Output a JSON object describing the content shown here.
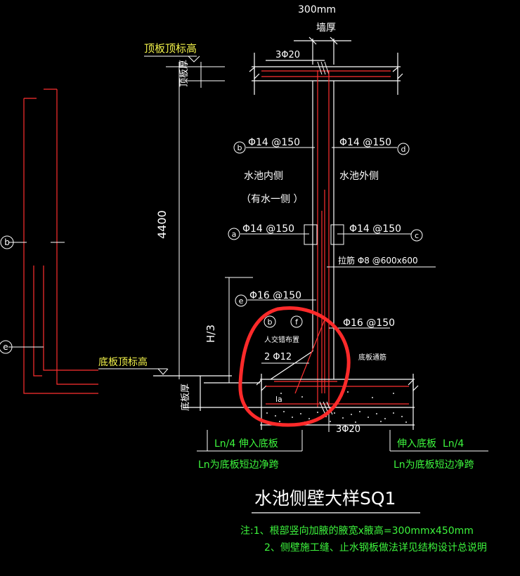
{
  "colors": {
    "background": "#000000",
    "line": "#ffffff",
    "rebar": "#ff3030",
    "annotation_green": "#33ee33",
    "label_yellow": "#f0f040",
    "circle_mark": "#ff2a2a"
  },
  "top": {
    "wall_width": "300mm",
    "wall_thick": "墙厚",
    "top_bars": "3Φ20",
    "top_elev_label": "顶板顶标高",
    "top_thick": "顶板厚"
  },
  "side_labels": {
    "b": "b",
    "e": "e"
  },
  "wall": {
    "b_label": "b",
    "b_bar": "Φ14 @150",
    "d_bar": "Φ14 @150",
    "d_label": "d",
    "inner": "水池内侧",
    "inner_note": "（有水一侧 ）",
    "outer": "水池外侧",
    "a_label": "a",
    "a_bar": "Φ14 @150",
    "c_bar": "Φ14 @150",
    "c_label": "c",
    "tie": "拉筋 Φ8 @600x600",
    "height": "4400",
    "e_label": "e",
    "e_bar": "Φ16 @150",
    "h3": "H/3",
    "bf_b": "b",
    "bf_f": "f",
    "f_bar": "Φ16 @150",
    "corner_note": "人交错布置",
    "haunch_bar": "2 Φ12",
    "bot_reinf": "底板通筋",
    "la": "la",
    "bottom_bars": "3Φ20",
    "bottom_elev_label": "底板顶标高",
    "bottom_thick": "底板厚"
  },
  "notes_left": {
    "extend": "Ln/4 伸入底板",
    "ln": "Ln为底板短边净跨"
  },
  "notes_right": {
    "extend_a": "伸入底板",
    "extend_b": "Ln/4",
    "ln": "Ln为底板短边净跨"
  },
  "title": "水池侧壁大样SQ1",
  "footnotes": [
    "注:1、根部竖向加腋的腋宽x腋高=300mmx450mm",
    "2、侧壁施工缝、止水钢板做法详见结构设计总说明"
  ]
}
